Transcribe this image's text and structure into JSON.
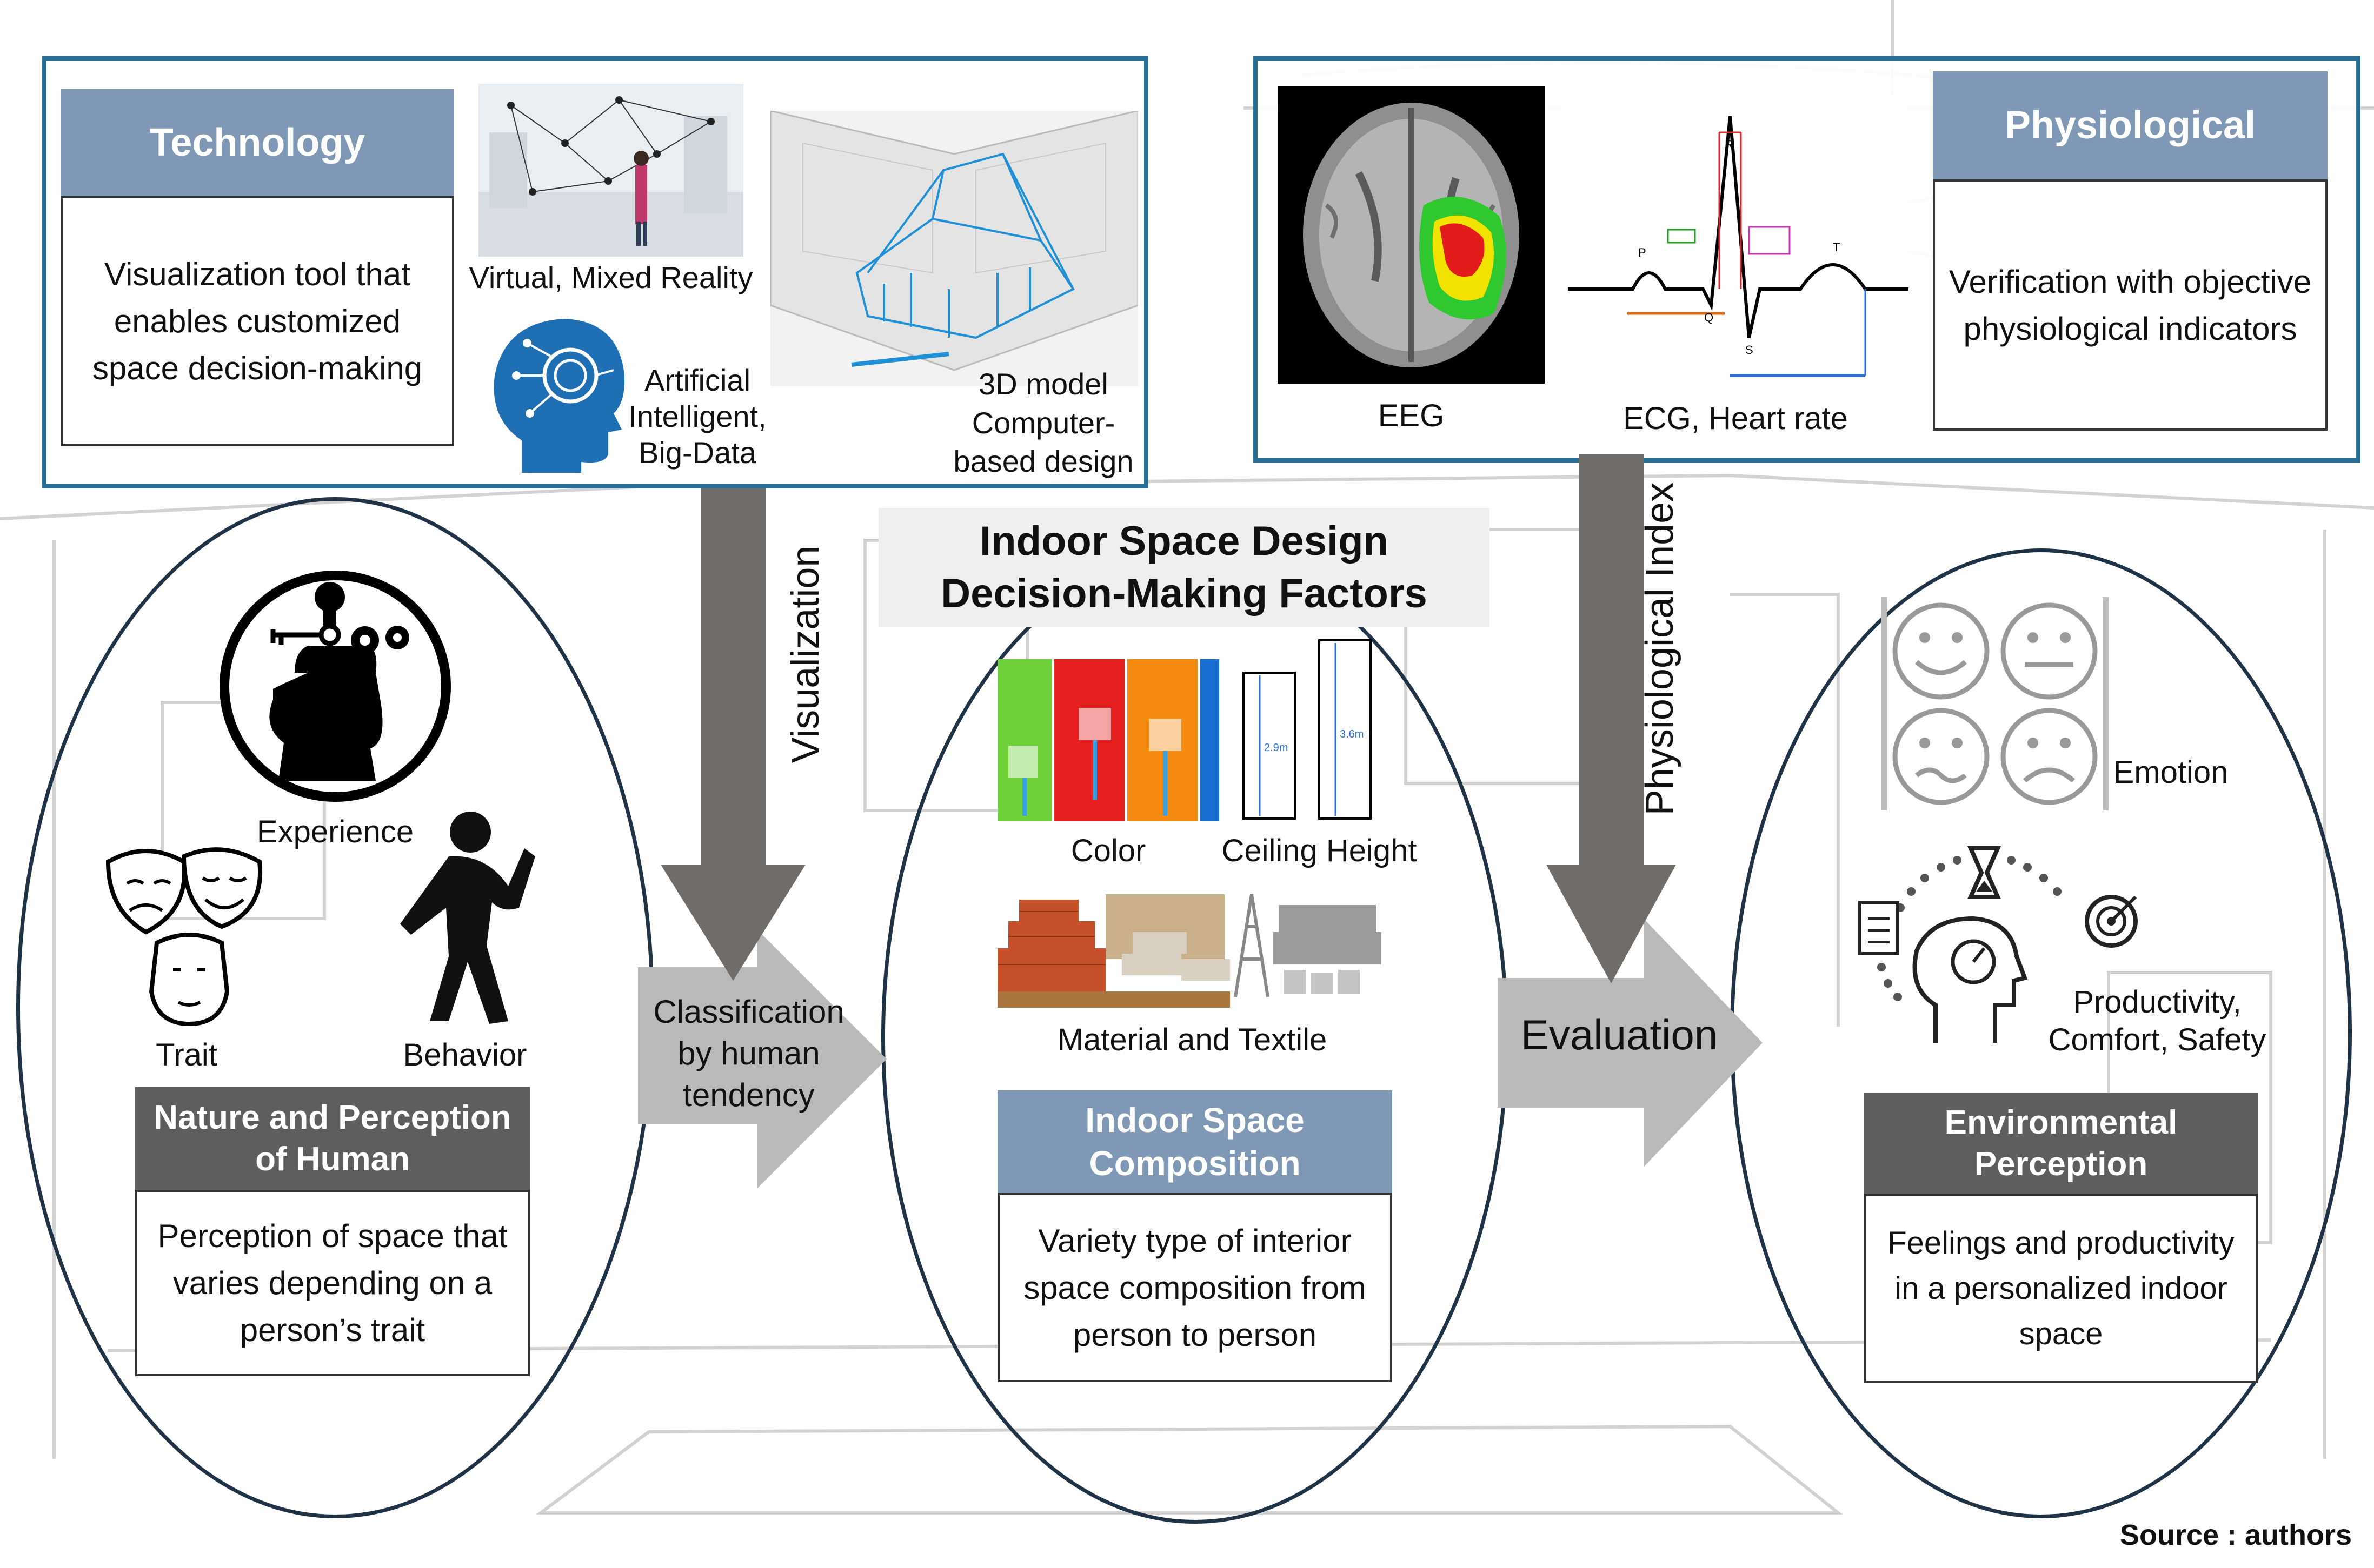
{
  "technology": {
    "header": "Technology",
    "description": "Visualization tool that enables customized space decision-making",
    "vr_label": "Virtual, Mixed Reality",
    "ai_label": "Artificial Intelligent, Big-Data",
    "model_label": "3D model Computer-based design"
  },
  "physiological": {
    "header": "Physiological",
    "description": "Verification with objective physiological indicators",
    "eeg_label": "EEG",
    "ecg_label": "ECG, Heart rate"
  },
  "center": {
    "title_line1": "Indoor Space Design",
    "title_line2": "Decision-Making Factors",
    "color_label": "Color",
    "ceiling_label": "Ceiling Height",
    "ceiling_short": "2.9m",
    "ceiling_tall": "3.6m",
    "material_label": "Material and Textile",
    "header": "Indoor Space Composition",
    "description": "Variety type of interior space composition from person to person"
  },
  "human": {
    "experience_label": "Experience",
    "trait_label": "Trait",
    "behavior_label": "Behavior",
    "header": "Nature and Perception of Human",
    "description": "Perception of space that varies depending on a person’s trait"
  },
  "environment": {
    "emotion_label": "Emotion",
    "productivity_label": "Productivity, Comfort, Safety",
    "header": "Environmental Perception",
    "description": "Feelings and productivity in a personalized indoor space"
  },
  "arrows": {
    "visualization": "Visualization",
    "physiological_index": "Physiological Index",
    "classification": "Classification by human tendency",
    "evaluation": "Evaluation"
  },
  "ecg_marks": {
    "p": "P",
    "q": "Q",
    "r": "R",
    "s": "S",
    "t": "T"
  },
  "source": "Source : authors",
  "colors": {
    "panel_border": "#2a6f97",
    "header_blue": "#7f98b5",
    "header_dark": "#5e5e5e",
    "ellipse_border": "#1f3346",
    "arrow_gray": "#6f6c6a",
    "arrow_light": "#b9b9b9"
  }
}
